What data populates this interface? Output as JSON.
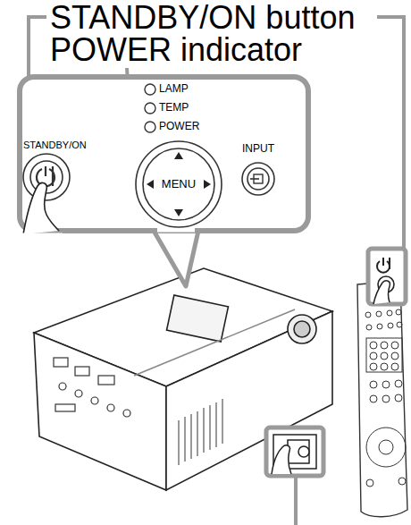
{
  "diagram": {
    "labels": [
      "STANDBY/ON button",
      "POWER indicator",
      "LAMP",
      "TEMP",
      "POWER",
      "STANDBY/ON",
      "MENU",
      "INPUT"
    ]
  }
}
